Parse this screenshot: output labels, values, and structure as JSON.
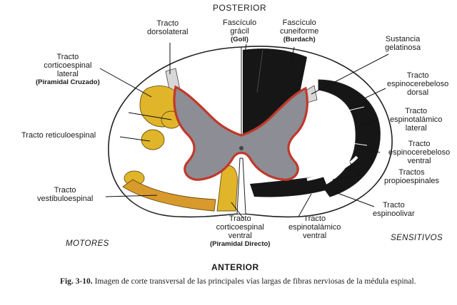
{
  "orientation": {
    "top": "POSTERIOR",
    "bottom": "ANTERIOR",
    "left_side": "MOTORES",
    "right_side": "SENSITIVOS"
  },
  "labels": {
    "dorsolateral": [
      "Tracto",
      "dorsolateral"
    ],
    "goll": [
      "Fascículo",
      "grácil"
    ],
    "goll_bold": "(Goll)",
    "burdach": [
      "Fascículo",
      "cuneiforme"
    ],
    "burdach_bold": "(Burdach)",
    "sustancia": [
      "Sustancia",
      "gelatinosa"
    ],
    "cortico_lateral": [
      "Tracto",
      "corticoespinal",
      "lateral"
    ],
    "cortico_lateral_bold": "(Piramidal Cruzado)",
    "reticulo": "Tracto reticuloespinal",
    "vestibulo": [
      "Tracto",
      "vestibuloespinal"
    ],
    "cortico_ventral": [
      "Tracto",
      "corticoespinal",
      "ventral"
    ],
    "cortico_ventral_bold": "(Piramidal Directo)",
    "espinotalamico_ventral": [
      "Tracto",
      "espinotalámico",
      "ventral"
    ],
    "espinoolivar": [
      "Tracto",
      "espinoolivar"
    ],
    "propioespinales": [
      "Tractos",
      "propioespinales"
    ],
    "espinocerebeloso_ventral": [
      "Tracto",
      "espinocerebeloso",
      "ventral"
    ],
    "espinotalamico_lateral": [
      "Tracto",
      "espinotalámico",
      "lateral"
    ],
    "espinocerebeloso_dorsal": [
      "Tracto",
      "espinocerebeloso",
      "dorsal"
    ]
  },
  "caption": {
    "prefix": "Fig. 3-10.",
    "text": "Imagen de corte transversal de las principales vías largas de fibras nerviosas de la médula espinal."
  },
  "colors": {
    "motor_yellow": "#e0b52a",
    "motor_orange": "#d99a2c",
    "sensory_black": "#161616",
    "gray_matter": "#8d8d95",
    "gray_outline": "#c0392b"
  }
}
